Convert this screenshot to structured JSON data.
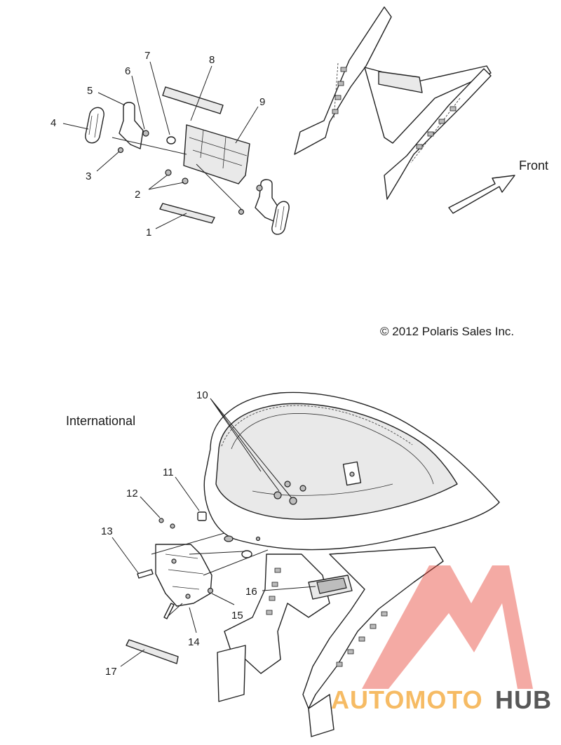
{
  "labels": {
    "front": "Front",
    "copyright": "© 2012 Polaris Sales Inc.",
    "international": "International"
  },
  "callouts": [
    "1",
    "2",
    "3",
    "4",
    "5",
    "6",
    "7",
    "8",
    "9",
    "10",
    "11",
    "12",
    "13",
    "14",
    "15",
    "16",
    "17"
  ],
  "logo": {
    "part1": "AUTOMOTO",
    "part2": "HUB",
    "accent_color": "#e8483c",
    "secondary_color": "#f5b04a",
    "dark_color": "#3a3a3a"
  }
}
